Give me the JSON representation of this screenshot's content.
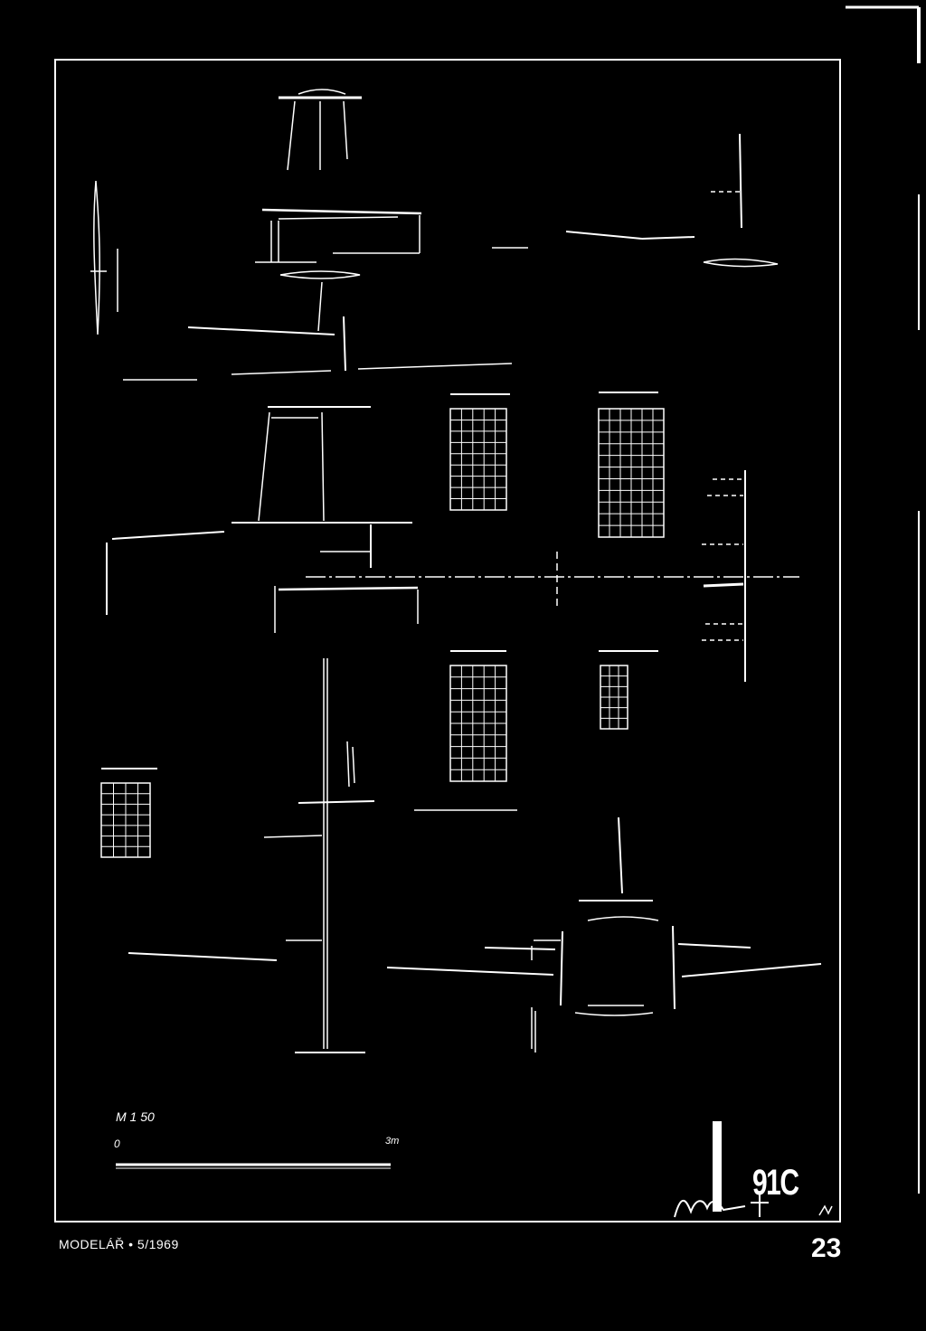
{
  "drawing": {
    "scale_note": "M 1 50",
    "scale_bar": {
      "start_label": "0",
      "end_label": "3m"
    },
    "type_code": "91C",
    "signature": "Lefír",
    "initials": "Mi"
  },
  "footer": {
    "magazine": "MODELÁŘ • 5/1969",
    "page_number": "23"
  }
}
